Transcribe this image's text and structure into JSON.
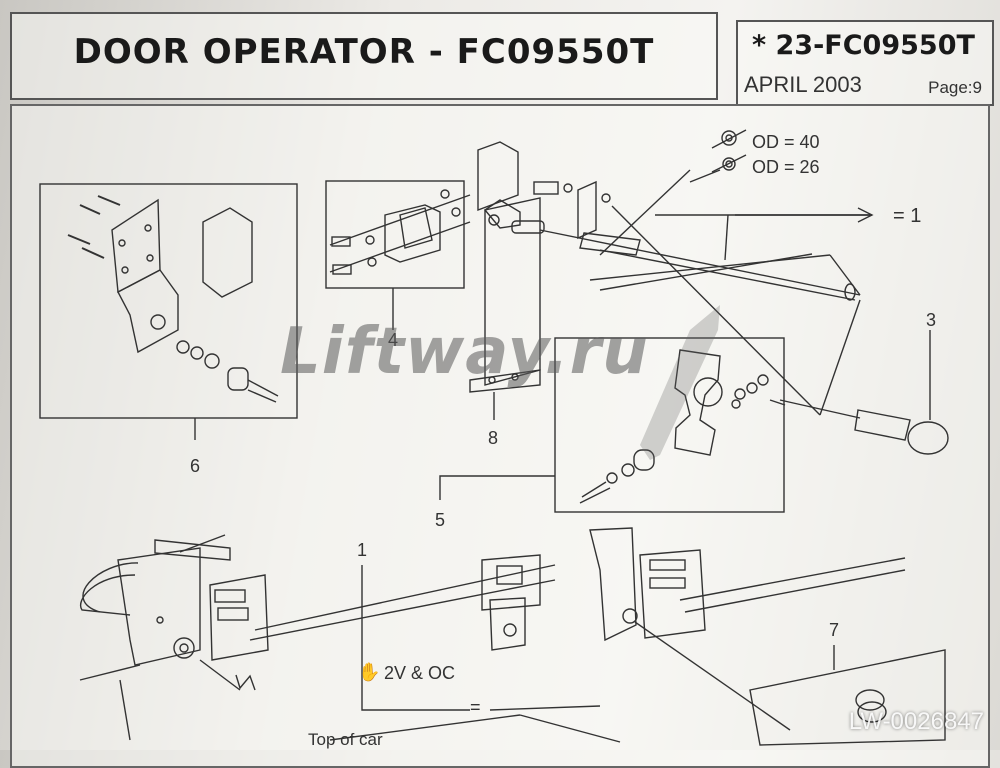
{
  "header": {
    "title": "DOOR OPERATOR - FC09550T",
    "code": "* 23-FC09550T",
    "date": "APRIL 2003",
    "page": "Page:9"
  },
  "annotations": {
    "od_40": "OD = 40",
    "od_26": "OD = 26",
    "qty_equal": "= 1",
    "clearance_note": "2V & OC",
    "equal_mark": "=",
    "top_of_car": "Top of car"
  },
  "callouts": {
    "c1": "1",
    "c3": "3",
    "c4": "4",
    "c5": "5",
    "c6": "6",
    "c7": "7",
    "c8": "8"
  },
  "watermark": "Liftway.ru",
  "doc_id": "LW-0026847"
}
